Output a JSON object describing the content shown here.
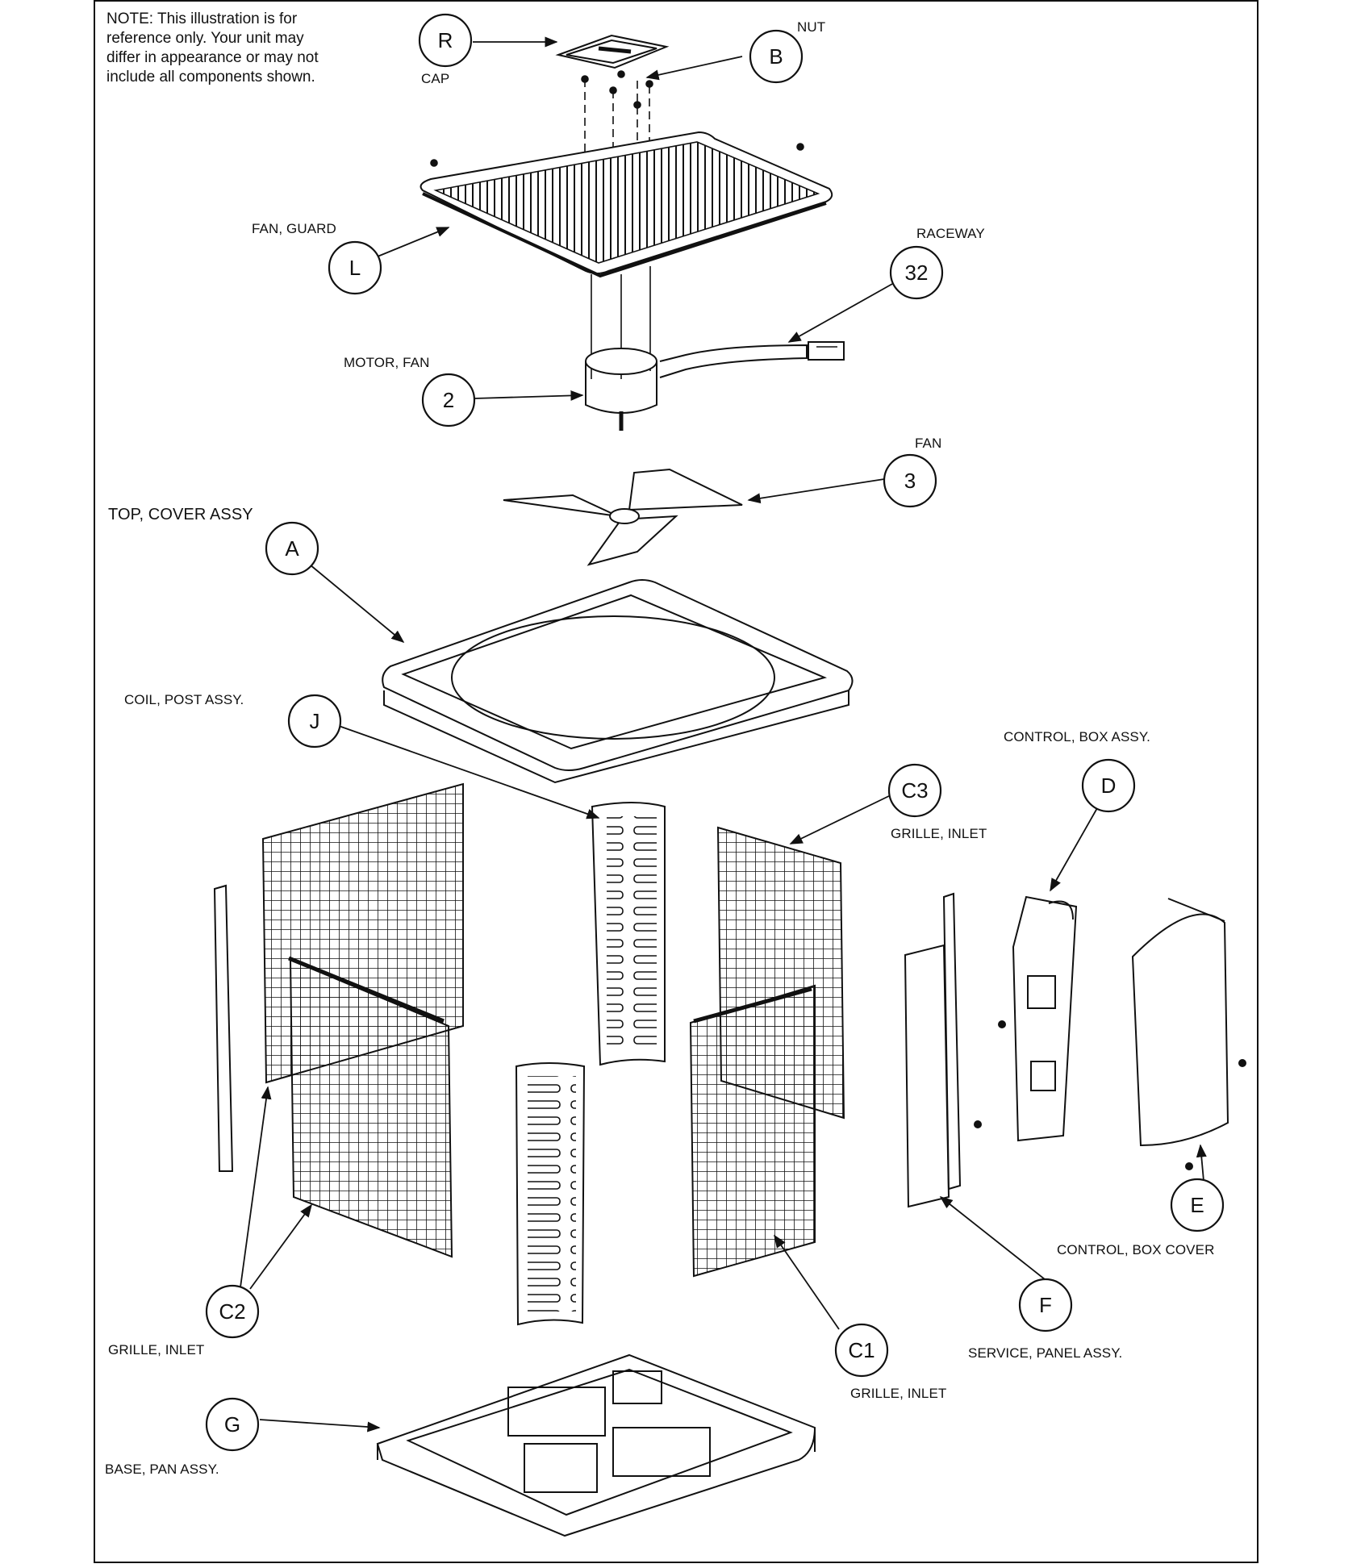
{
  "note": "NOTE: This illustration is for\nreference only. Your unit may\ndiffer in appearance or may not\ninclude all components shown.",
  "labels": {
    "nut": "NUT",
    "cap": "CAP",
    "fan_guard": "FAN, GUARD",
    "raceway": "RACEWAY",
    "motor_fan": "MOTOR, FAN",
    "fan": "FAN",
    "top_cover": "TOP, COVER  ASSY",
    "coil_post": "COIL, POST ASSY.",
    "control_box": "CONTROL, BOX ASSY.",
    "grille_c3": "GRILLE, INLET",
    "control_box_cover": "CONTROL, BOX COVER",
    "service_panel": "SERVICE, PANEL ASSY.",
    "grille_c2": "GRILLE, INLET",
    "grille_c1": "GRILLE, INLET",
    "base_pan": "BASE, PAN ASSY."
  },
  "callouts": {
    "R": "R",
    "B": "B",
    "L": "L",
    "n32": "32",
    "n2": "2",
    "n3": "3",
    "A": "A",
    "J": "J",
    "C3": "C3",
    "D": "D",
    "E": "E",
    "F": "F",
    "C2": "C2",
    "C1": "C1",
    "G": "G"
  },
  "colors": {
    "ink": "#111111",
    "paper": "#ffffff"
  }
}
